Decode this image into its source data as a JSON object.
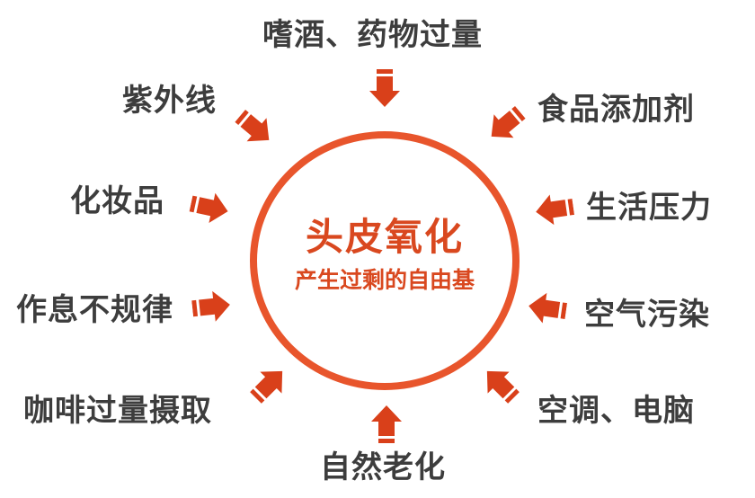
{
  "center": {
    "title": "头皮氧化",
    "subtitle": "产生过剩的自由基"
  },
  "factors": [
    {
      "id": "top",
      "label": "嗜酒、药物过量"
    },
    {
      "id": "top-left",
      "label": "紫外线"
    },
    {
      "id": "top-right",
      "label": "食品添加剂"
    },
    {
      "id": "left-1",
      "label": "化妆品"
    },
    {
      "id": "right-1",
      "label": "生活压力"
    },
    {
      "id": "left-2",
      "label": "作息不规律"
    },
    {
      "id": "right-2",
      "label": "空气污染"
    },
    {
      "id": "bottom-left",
      "label": "咖啡过量摄取"
    },
    {
      "id": "bottom-right",
      "label": "空调、电脑"
    },
    {
      "id": "bottom",
      "label": "自然老化"
    }
  ],
  "colors": {
    "accent": "#e8552c",
    "arrow": "#d9401a",
    "text": "#3d3d3d"
  }
}
